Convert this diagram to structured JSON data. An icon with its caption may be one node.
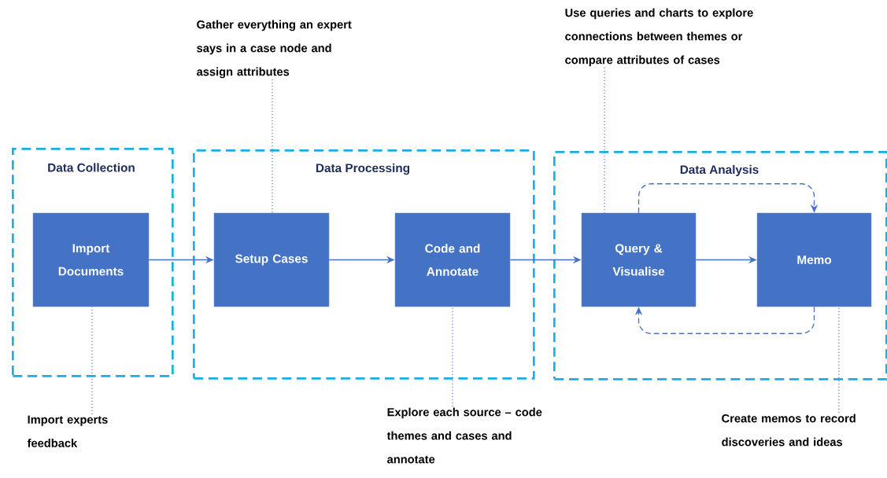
{
  "diagram": {
    "nodes": [
      {
        "text": [
          "Data Collection"
        ]
      },
      {
        "text": [
          "Import Documents"
        ],
        "in": 0
      },
      {
        "text": [
          "Data Processing"
        ]
      },
      {
        "text": [
          "Setup Cases"
        ],
        "in": 2
      },
      {
        "text": [
          "Code and Annotate"
        ],
        "in": 2
      },
      {
        "text": [
          "Data Analysis"
        ]
      },
      {
        "text": [
          "Query & Visualise"
        ],
        "in": 5
      },
      {
        "text": [
          "Memo"
        ],
        "in": 5
      },
      {
        "text": [
          "Gather everything an expert says in a case node and assign attributes"
        ]
      },
      {
        "text": [
          "Use queries and charts to explore connections between themes or compare attributes of cases"
        ]
      },
      {
        "text": [
          "Import experts feedback"
        ]
      },
      {
        "text": [
          "Explore each source – code themes and cases and annotate"
        ]
      },
      {
        "text": [
          "Create memos to record discoveries and ideas"
        ]
      }
    ],
    "edges": [
      {
        "from": 1,
        "to": 3,
        "arrow": "to"
      },
      {
        "from": 3,
        "to": 4,
        "arrow": "to"
      },
      {
        "from": 4,
        "to": 6,
        "arrow": "to"
      },
      {
        "from": 6,
        "to": 7,
        "arrow": "to"
      },
      {
        "from": 6,
        "to": 7,
        "arrow": "to",
        "style": "dashed"
      },
      {
        "from": 7,
        "to": 6,
        "arrow": "to",
        "style": "dashed"
      },
      {
        "from": 8,
        "to": 3,
        "arrow": "none",
        "style": "dashed"
      },
      {
        "from": 9,
        "to": 6,
        "arrow": "none",
        "style": "dashed"
      },
      {
        "from": 10,
        "to": 1,
        "arrow": "none",
        "style": "dashed"
      },
      {
        "from": 11,
        "to": 4,
        "arrow": "none",
        "style": "dashed"
      },
      {
        "from": 12,
        "to": 7,
        "arrow": "none",
        "style": "dashed"
      }
    ]
  }
}
